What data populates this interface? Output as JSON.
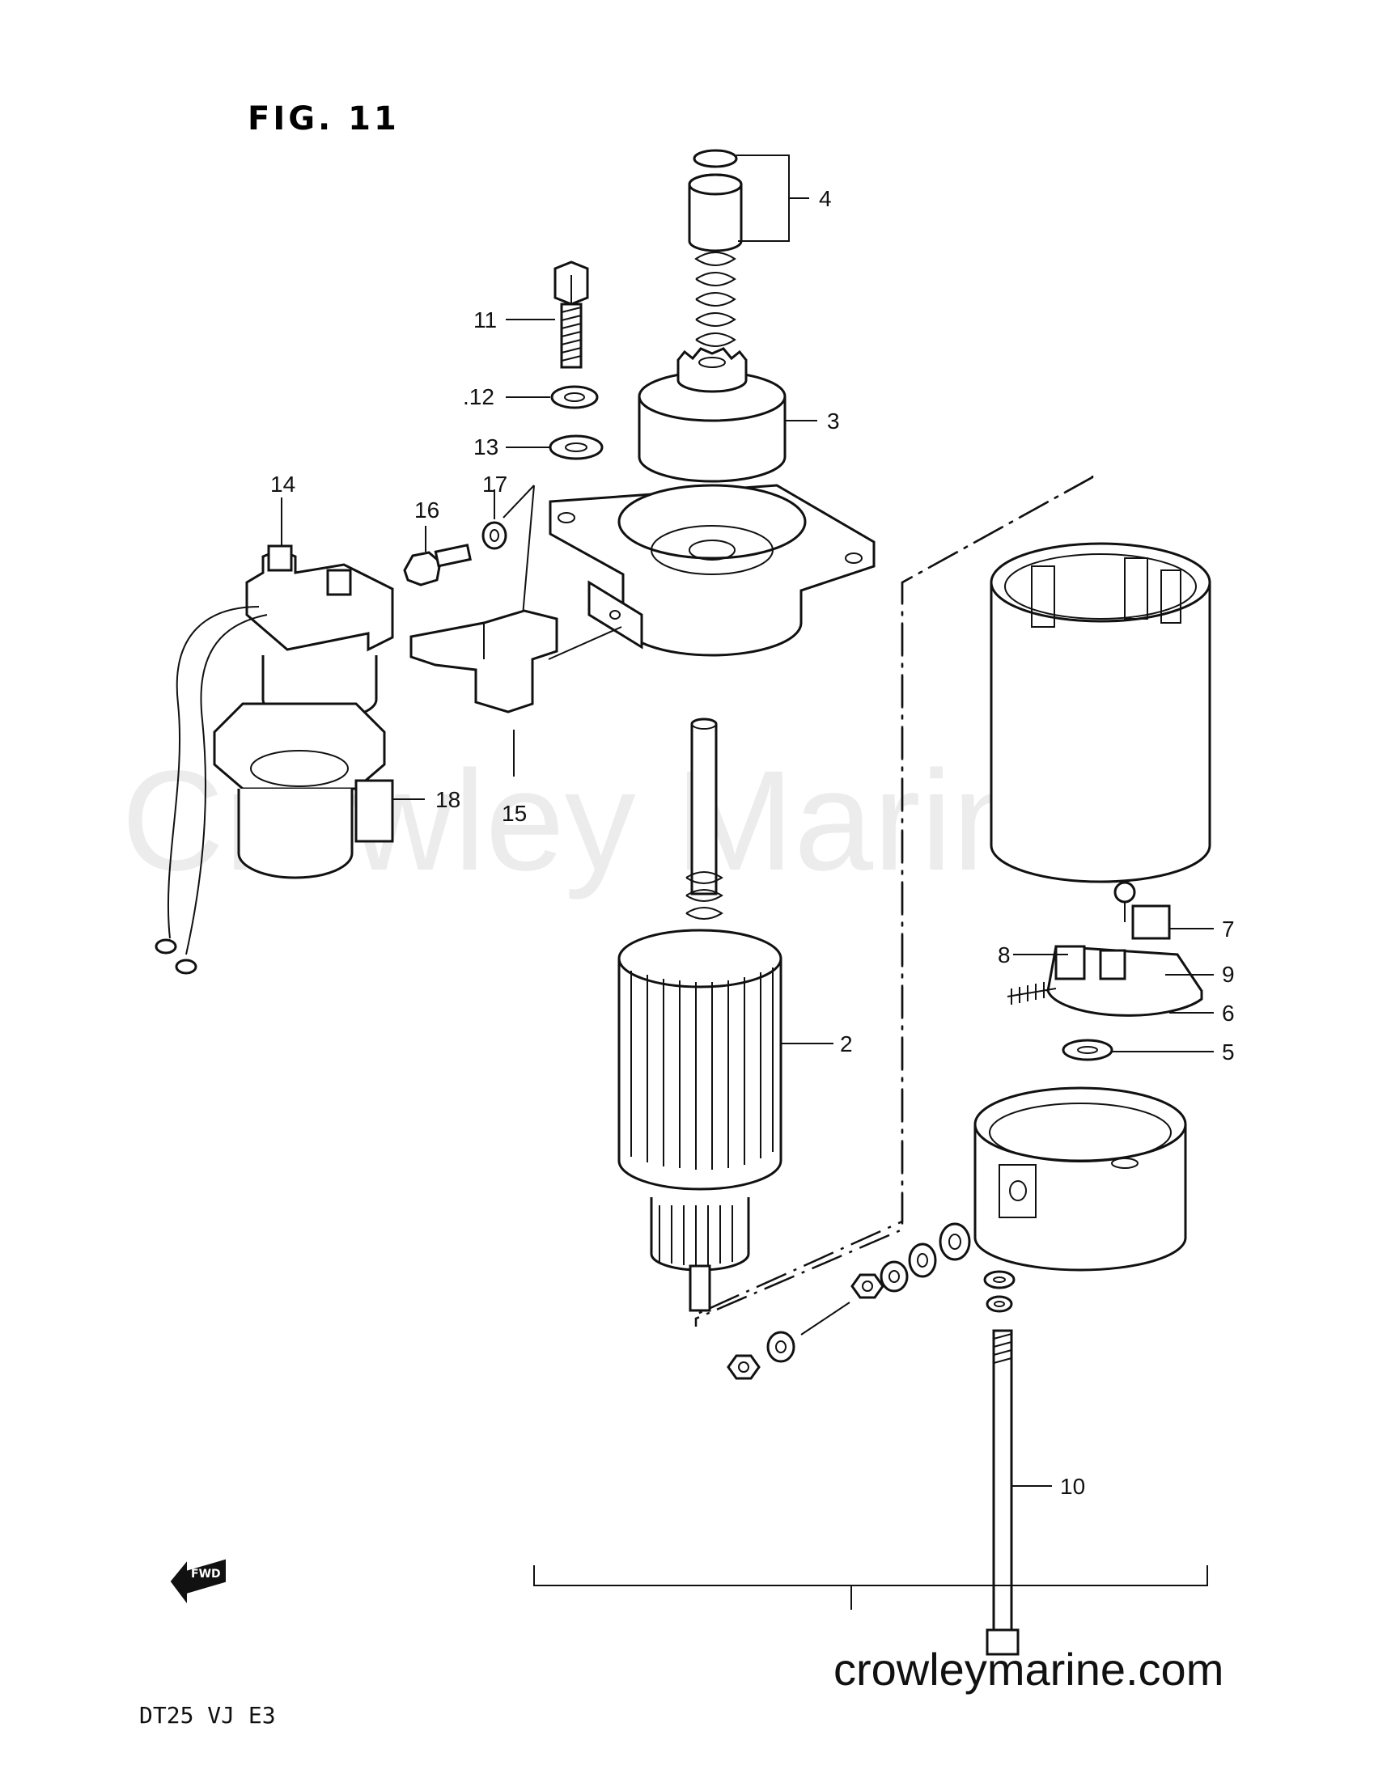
{
  "figure": {
    "title": "FIG. 11"
  },
  "watermark": "Crowley Marine",
  "site_url": "crowleymarine.com",
  "model_code": "DT25 VJ E3",
  "fwd_label": "FWD",
  "callouts": [
    {
      "id": "c1",
      "label": "4"
    },
    {
      "id": "c2",
      "label": "11"
    },
    {
      "id": "c3",
      "label": ".12"
    },
    {
      "id": "c4",
      "label": "3"
    },
    {
      "id": "c5",
      "label": "13"
    },
    {
      "id": "c6",
      "label": "14"
    },
    {
      "id": "c7",
      "label": "17"
    },
    {
      "id": "c8",
      "label": "16"
    },
    {
      "id": "c9",
      "label": "18"
    },
    {
      "id": "c10",
      "label": "15"
    },
    {
      "id": "c11",
      "label": "8"
    },
    {
      "id": "c12",
      "label": "7"
    },
    {
      "id": "c13",
      "label": "9"
    },
    {
      "id": "c14",
      "label": "6"
    },
    {
      "id": "c15",
      "label": "5"
    },
    {
      "id": "c16",
      "label": "2"
    },
    {
      "id": "c17",
      "label": "10"
    }
  ]
}
